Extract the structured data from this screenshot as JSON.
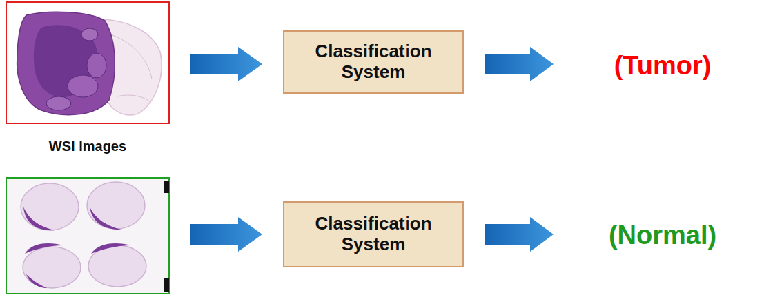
{
  "diagram": {
    "nodes": [
      {
        "text": [
          "Classification System"
        ]
      },
      {
        "text": [
          "Classification System"
        ]
      }
    ],
    "labels": [
      "WSI Images",
      "(Tumor)",
      "(Normal)"
    ]
  }
}
